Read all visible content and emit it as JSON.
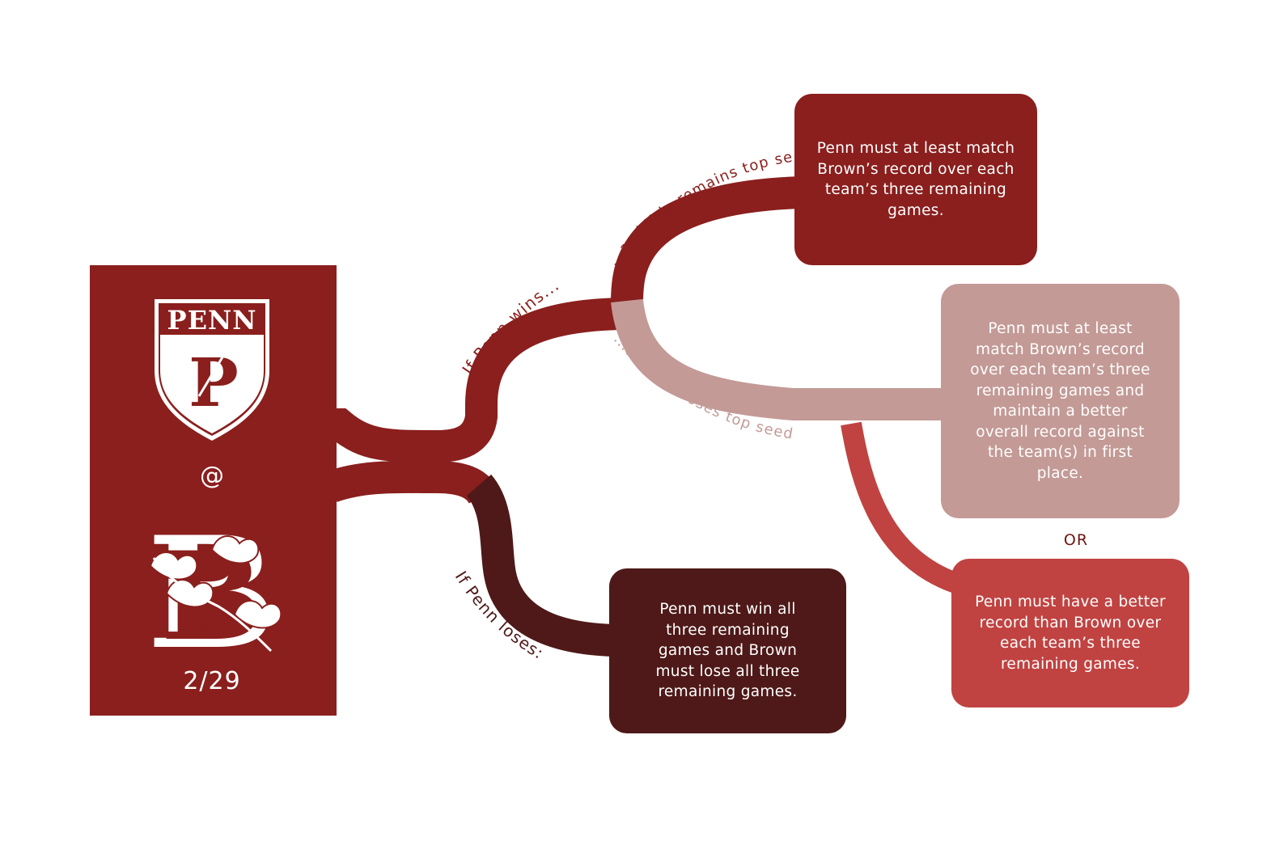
{
  "colors": {
    "penn_red": "#8a1f1d",
    "dark_maroon": "#4e1918",
    "dusty_rose": "#c39a96",
    "coral_red": "#c04341",
    "text_dark": "#6e1614",
    "white": "#ffffff"
  },
  "game": {
    "home_logo_text": "PENN",
    "home_logo_letter": "P",
    "at_symbol": "@",
    "away_logo_letter": "B",
    "date": "2/29"
  },
  "branches": {
    "penn_wins": "If Penn wins...",
    "penn_loses": "If Penn loses:",
    "yale_remains": "...and Yale remains top seed:",
    "yale_loses": "...and Yale loses top seed:"
  },
  "outcomes": {
    "yale_remains": "Penn must at least match Brown’s record over each team’s three remaining games.",
    "yale_loses": "Penn must at least match Brown’s record over each team’s three remaining games and maintain a better overall record against the team(s) in first place.",
    "or_label": "OR",
    "better_record": "Penn must have a better record than Brown over each team’s three remaining games.",
    "penn_loses": "Penn must win all three remaining games and Brown must lose all three remaining games."
  }
}
